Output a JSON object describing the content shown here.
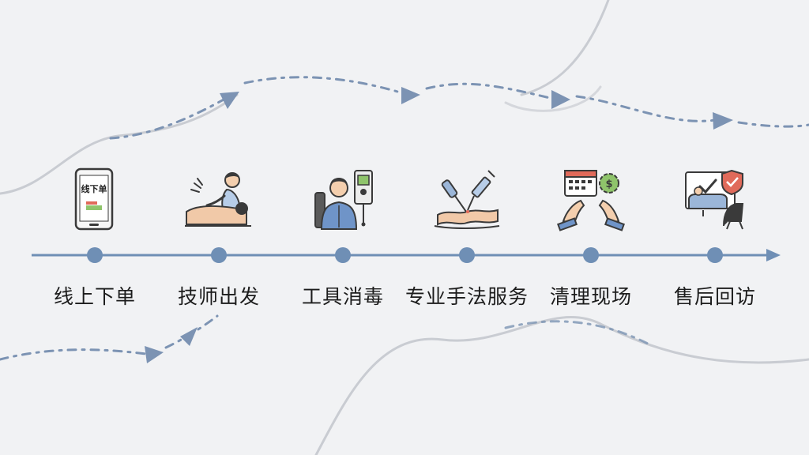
{
  "colors": {
    "background": "#f1f2f4",
    "timeline": "#6f8fb5",
    "dot": "#6f8fb5",
    "text": "#1c1c1c",
    "accent_blue": "#6f94c8",
    "accent_green": "#8fc46b",
    "accent_red": "#e06a5a"
  },
  "phone_screen_text": "线下单",
  "steps": [
    {
      "label": "线上下单",
      "icon": "smartphone-order-icon"
    },
    {
      "label": "技师出发",
      "icon": "massage-therapist-icon"
    },
    {
      "label": "工具消毒",
      "icon": "technician-sterilizer-icon"
    },
    {
      "label": "专业手法服务",
      "icon": "acupuncture-tools-icon"
    },
    {
      "label": "清理现场",
      "icon": "calendar-hands-icon"
    },
    {
      "label": "售后回访",
      "icon": "followup-monitor-icon"
    }
  ]
}
